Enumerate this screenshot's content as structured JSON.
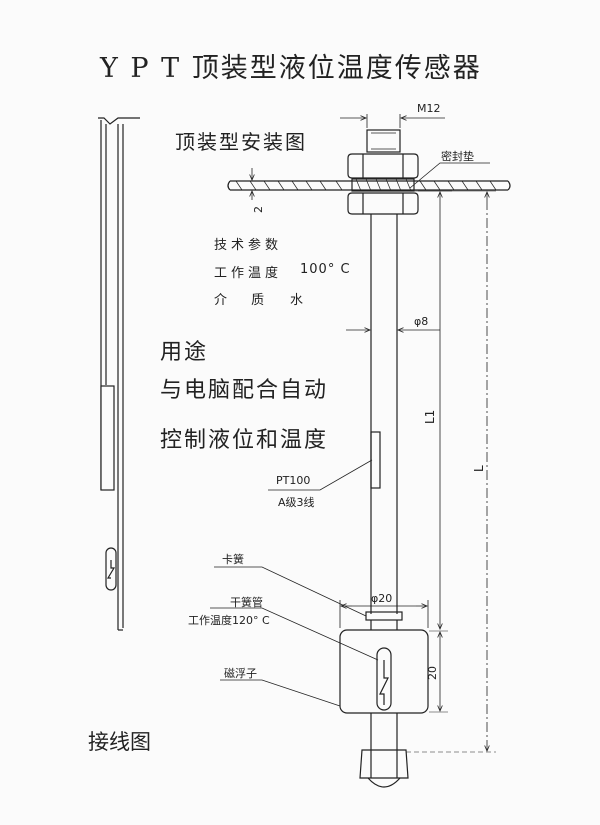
{
  "title": "Y P T 顶装型液位温度传感器",
  "install_heading": "顶装型安装图",
  "tech": {
    "heading": "技术参数",
    "temp_label": "工作温度",
    "temp_value": "100° C",
    "medium_label": "介  质",
    "medium_value": "水"
  },
  "usage": {
    "heading": "用途",
    "line1": "与电脑配合自动",
    "line2": "控制液位和温度"
  },
  "dims": {
    "thread": "M12",
    "gasket_thickness": "2",
    "rod_diameter": "φ8",
    "float_diameter": "φ20",
    "float_height": "20",
    "l1": "L1",
    "l": "L"
  },
  "labels": {
    "gasket": "密封垫",
    "pt100": "PT100",
    "pt100_grade": "A级3线",
    "clip": "卡簧",
    "reed": "干簧管",
    "reed_temp": "工作温度120° C",
    "float": "磁浮子"
  },
  "wiring_heading": "接线图",
  "colors": {
    "ink": "#222222",
    "paper": "#fbfbfb"
  }
}
